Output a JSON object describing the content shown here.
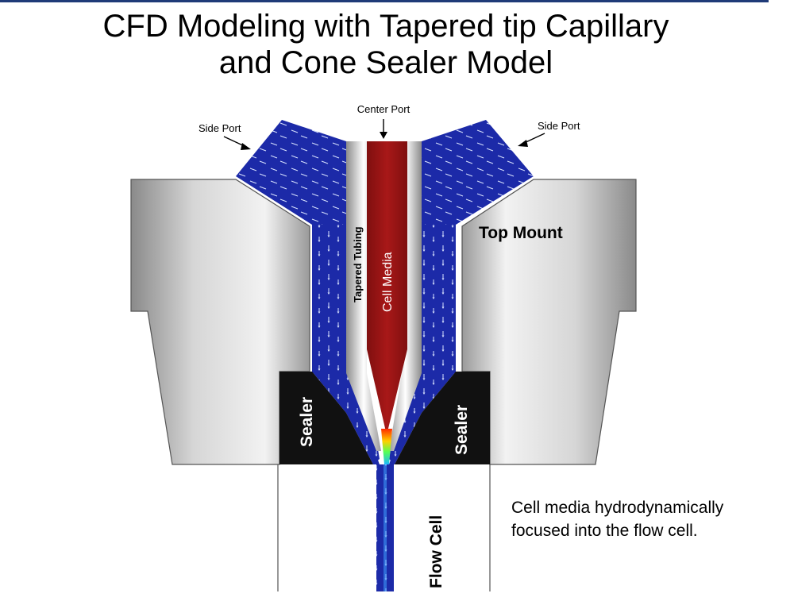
{
  "title": {
    "line1": "CFD Modeling with Tapered tip Capillary",
    "line2": "and Cone Sealer Model"
  },
  "labels": {
    "center_port": "Center Port",
    "side_port_left": "Side Port",
    "side_port_right": "Side Port",
    "top_mount": "Top Mount",
    "tapered_tubing": "Tapered Tubing",
    "cell_media": "Cell Media",
    "sealer_left": "Sealer",
    "sealer_right": "Sealer",
    "flow_cell": "Flow Cell"
  },
  "caption": {
    "line1": "Cell media hydrodynamically",
    "line2": "focused into the flow cell."
  },
  "colors": {
    "sheath_flow": "#1c2aa8",
    "cell_media": "#9b1414",
    "sealer": "#111111",
    "mount": "#c8c8c8",
    "header_rule": "#1f3a78"
  }
}
